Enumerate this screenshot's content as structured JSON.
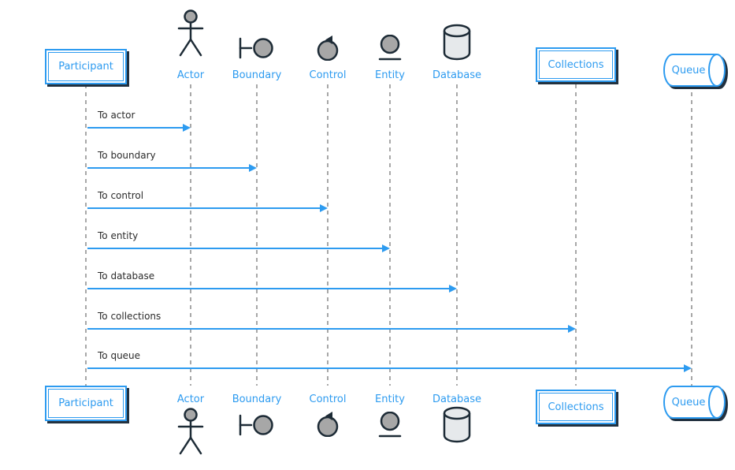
{
  "diagram": {
    "participants": [
      {
        "id": "participant",
        "label": "Participant",
        "type": "box"
      },
      {
        "id": "actor",
        "label": "Actor",
        "type": "actor"
      },
      {
        "id": "boundary",
        "label": "Boundary",
        "type": "boundary"
      },
      {
        "id": "control",
        "label": "Control",
        "type": "control"
      },
      {
        "id": "entity",
        "label": "Entity",
        "type": "entity"
      },
      {
        "id": "database",
        "label": "Database",
        "type": "database"
      },
      {
        "id": "collections",
        "label": "Collections",
        "type": "collections"
      },
      {
        "id": "queue",
        "label": "Queue",
        "type": "queue"
      }
    ],
    "messages": [
      {
        "label": "To actor",
        "from": "participant",
        "to": "actor"
      },
      {
        "label": "To boundary",
        "from": "participant",
        "to": "boundary"
      },
      {
        "label": "To control",
        "from": "participant",
        "to": "control"
      },
      {
        "label": "To entity",
        "from": "participant",
        "to": "entity"
      },
      {
        "label": "To database",
        "from": "participant",
        "to": "database"
      },
      {
        "label": "To collections",
        "from": "participant",
        "to": "collections"
      },
      {
        "label": "To queue",
        "from": "participant",
        "to": "queue"
      }
    ],
    "colors": {
      "accent": "#2d9bf0",
      "lifeline": "#a8a8a8",
      "message_text": "#2b2b2b",
      "icon_stroke": "#1d2b36",
      "icon_fill": "#a7a7a7",
      "database_fill": "#e6e9eb",
      "shadow": "#22313f"
    }
  }
}
